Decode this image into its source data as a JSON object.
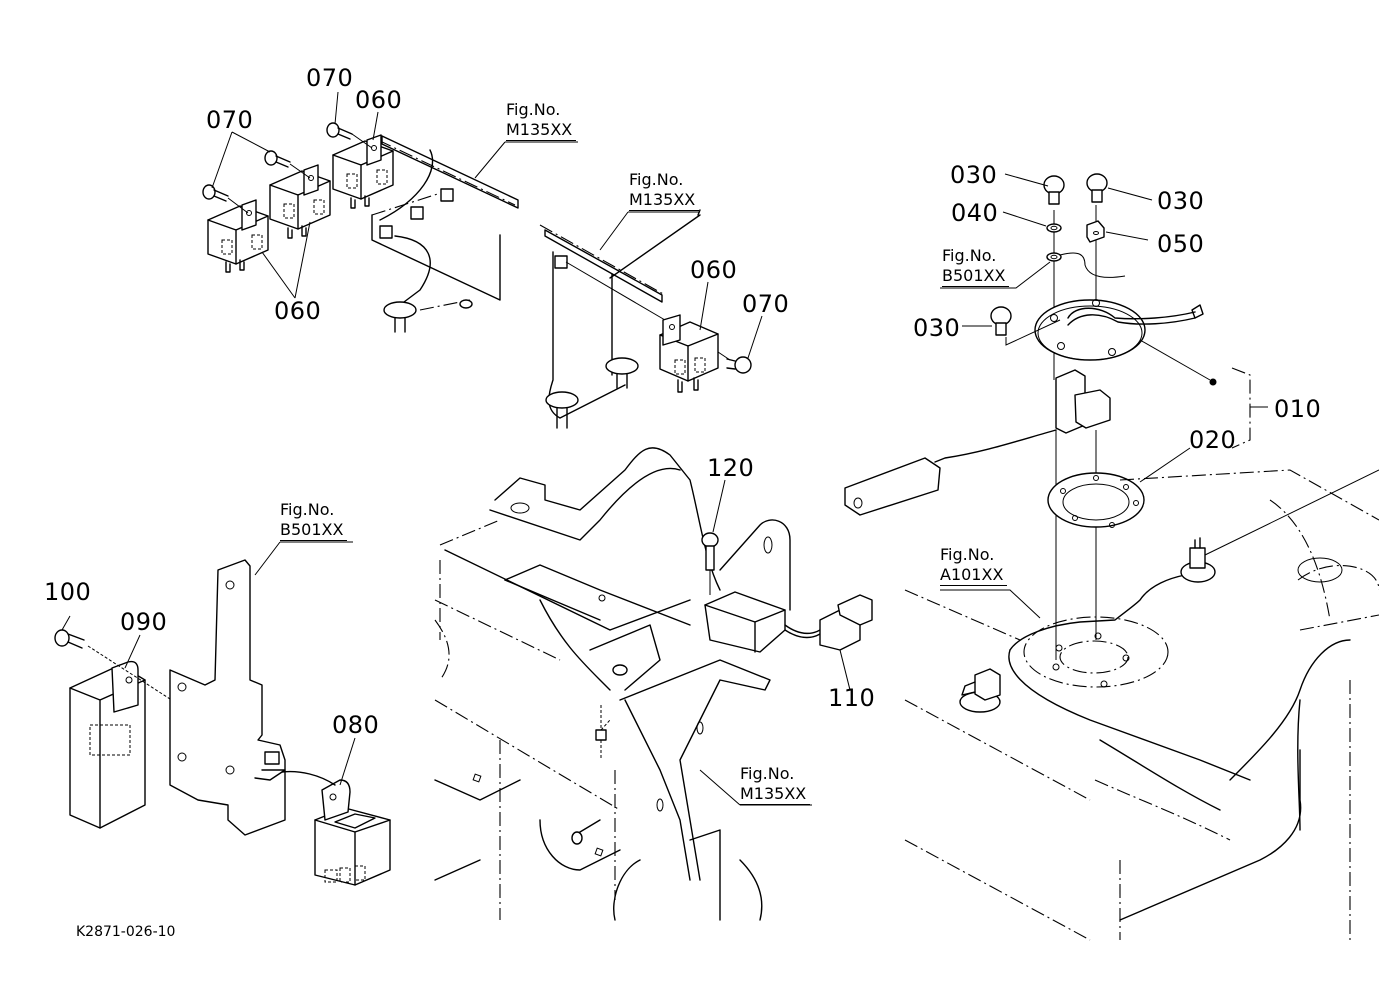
{
  "diagram_id": "K2871-026-10",
  "fig_label_prefix": "Fig.No.",
  "callouts": [
    {
      "id": "070-a",
      "text": "070"
    },
    {
      "id": "070-b",
      "text": "070"
    },
    {
      "id": "060-a",
      "text": "060"
    },
    {
      "id": "060-b",
      "text": "060"
    },
    {
      "id": "060-c",
      "text": "060"
    },
    {
      "id": "070-c",
      "text": "070"
    },
    {
      "id": "030-a",
      "text": "030"
    },
    {
      "id": "030-b",
      "text": "030"
    },
    {
      "id": "040",
      "text": "040"
    },
    {
      "id": "050",
      "text": "050"
    },
    {
      "id": "030-c",
      "text": "030"
    },
    {
      "id": "010",
      "text": "010"
    },
    {
      "id": "020",
      "text": "020"
    },
    {
      "id": "120",
      "text": "120"
    },
    {
      "id": "110",
      "text": "110"
    },
    {
      "id": "100",
      "text": "100"
    },
    {
      "id": "090",
      "text": "090"
    },
    {
      "id": "080",
      "text": "080"
    }
  ],
  "figure_refs": [
    {
      "label": "Fig.No.",
      "code": "M135XX"
    },
    {
      "label": "Fig.No.",
      "code": "M135XX"
    },
    {
      "label": "Fig.No.",
      "code": "B501XX"
    },
    {
      "label": "Fig.No.",
      "code": "B501XX"
    },
    {
      "label": "Fig.No.",
      "code": "A101XX"
    },
    {
      "label": "Fig.No.",
      "code": "M135XX"
    }
  ]
}
